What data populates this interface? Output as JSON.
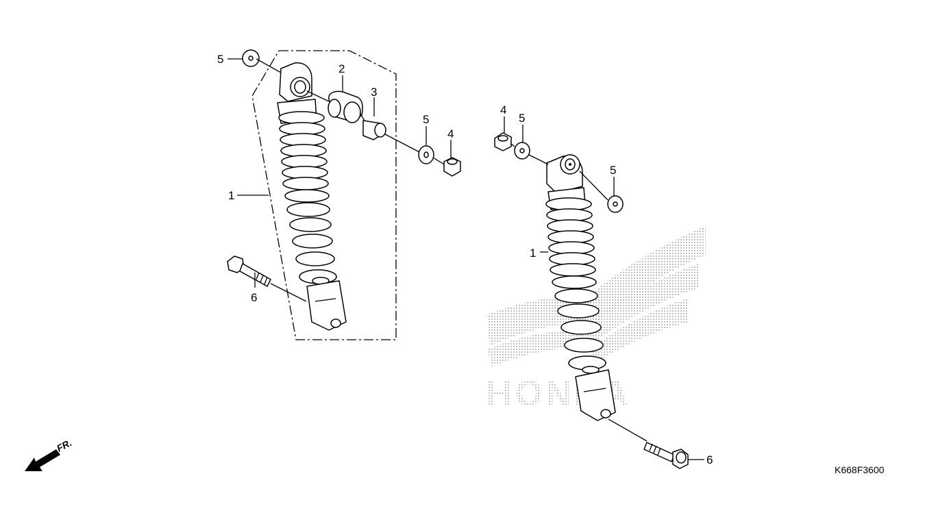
{
  "diagram": {
    "drawing_code": "K668F3600",
    "direction_label": "FR.",
    "watermark_text": "HONDA",
    "callouts": {
      "left_shock": "1",
      "left_bushing": "2",
      "left_collar": "3",
      "left_nut": "4",
      "left_washer_top": "5",
      "left_washer_mid": "5",
      "left_bolt": "6",
      "right_shock": "1",
      "right_nut": "4",
      "right_washer_a": "5",
      "right_washer_b": "5",
      "right_bolt": "6"
    },
    "colors": {
      "line": "#000000",
      "background": "#ffffff",
      "watermark": "#9a9a9a"
    }
  }
}
